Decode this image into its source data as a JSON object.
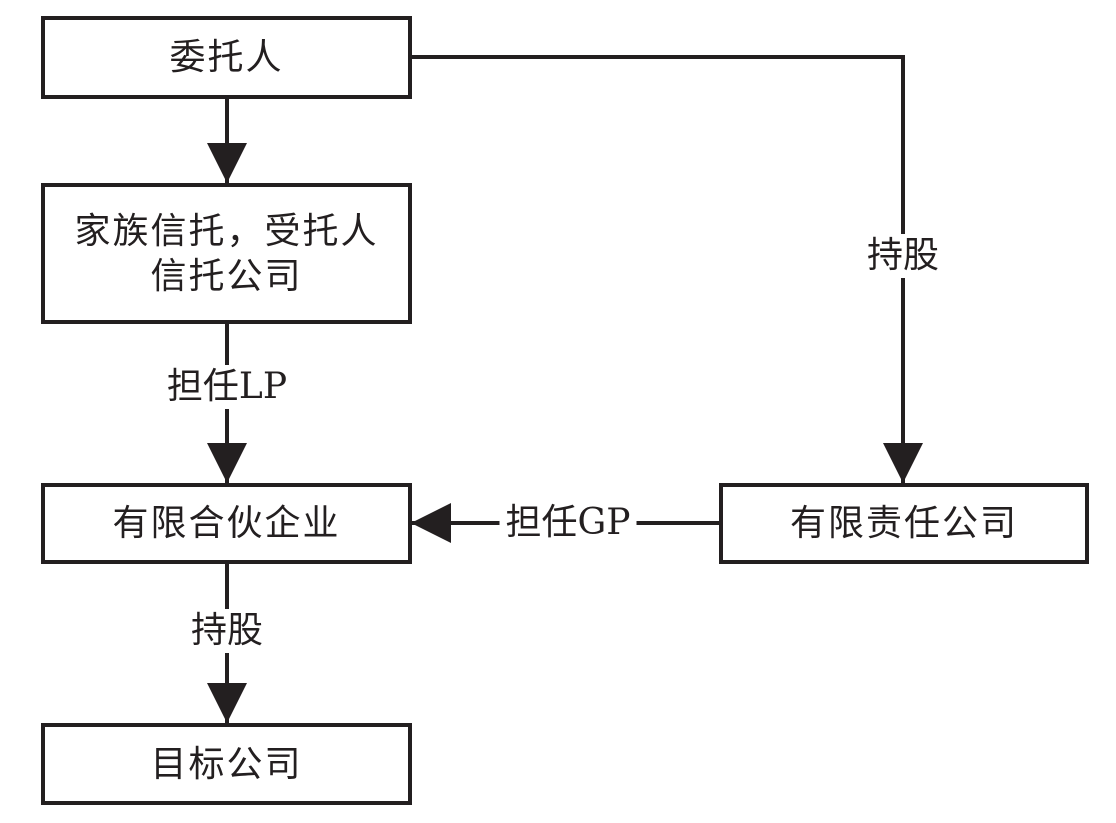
{
  "diagram": {
    "nodes": {
      "settlor": "委托人",
      "trust_line1": "家族信托，受托人",
      "trust_line2": "信托公司",
      "lp": "有限合伙企业",
      "llc": "有限责任公司",
      "target": "目标公司"
    },
    "edges": {
      "settlor_to_llc": "持股",
      "trust_to_lp": "担任LP",
      "llc_to_lp": "担任GP",
      "lp_to_target": "持股"
    },
    "colors": {
      "stroke": "#231f20",
      "background": "#ffffff"
    }
  }
}
